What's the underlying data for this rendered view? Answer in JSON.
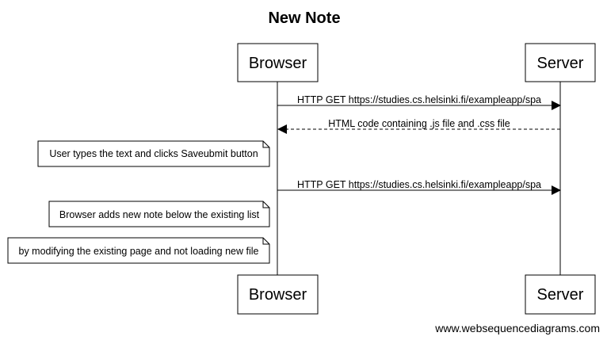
{
  "title": "New Note",
  "participants": {
    "browser": "Browser",
    "server": "Server"
  },
  "messages": [
    {
      "from": "browser",
      "to": "server",
      "label": "HTTP GET https://studies.cs.helsinki.fi/exampleapp/spa",
      "style": "solid"
    },
    {
      "from": "server",
      "to": "browser",
      "label": "HTML code containing .js file and .css file",
      "style": "dashed"
    },
    {
      "from": "browser",
      "to": "server",
      "label": "HTTP GET https://studies.cs.helsinki.fi/exampleapp/spa",
      "style": "solid"
    }
  ],
  "notes": [
    {
      "side": "left-of-browser",
      "text": "User types the text and clicks Saveubmit button"
    },
    {
      "side": "left-of-browser",
      "text": "Browser adds new note below the existing list"
    },
    {
      "side": "left-of-browser",
      "text": "by modifying the existing page and not loading new file"
    }
  ],
  "watermark": "www.websequencediagrams.com"
}
